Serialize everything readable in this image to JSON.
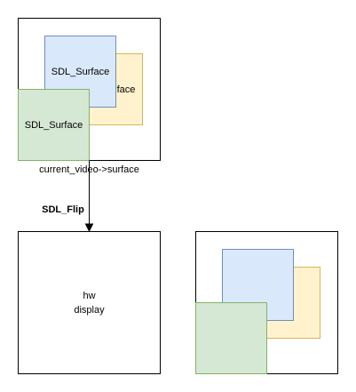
{
  "colors": {
    "outline": "#000000",
    "blue_fill": "#dae8fc",
    "blue_stroke": "#6c8ebf",
    "yellow_fill": "#fff2cc",
    "yellow_stroke": "#d6b656",
    "green_fill": "#d5e8d4",
    "green_stroke": "#82b366"
  },
  "surfaces": {
    "blue_label": "SDL_Surface",
    "yellow_label_visible": "face",
    "green_label": "SDL_Surface"
  },
  "current_video_label": "current_video->surface",
  "flip_label": "SDL_Flip",
  "display": {
    "line1": "hw",
    "line2": "display"
  }
}
